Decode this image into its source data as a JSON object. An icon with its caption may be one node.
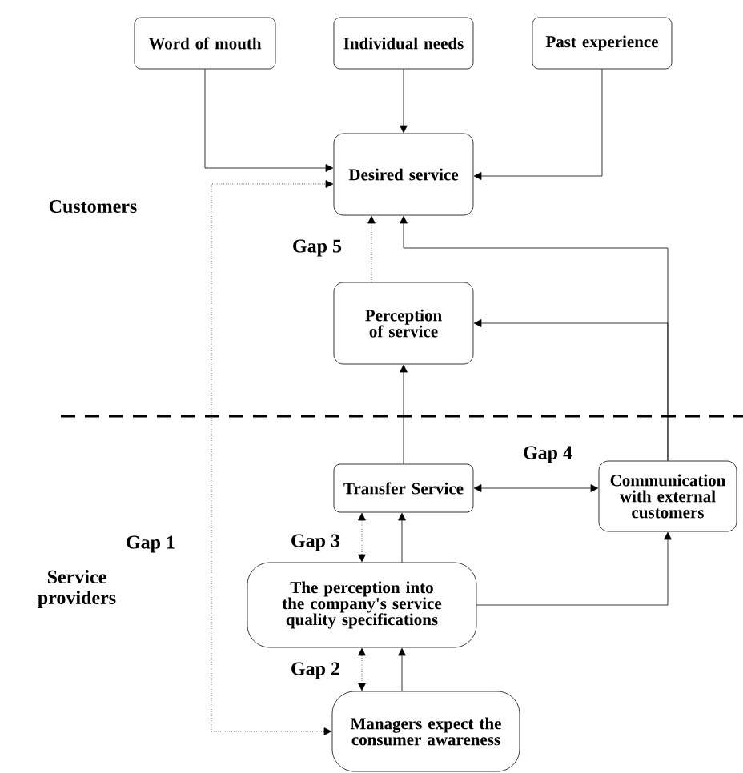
{
  "diagram": {
    "nodes": [
      {
        "text": [
          "Word of mouth"
        ]
      },
      {
        "text": [
          "Individual needs"
        ]
      },
      {
        "text": [
          "Past experience"
        ]
      },
      {
        "text": [
          "Desired service"
        ]
      },
      {
        "text": [
          "Perception of service"
        ]
      },
      {
        "text": [
          "Transfer Service"
        ]
      },
      {
        "text": [
          "Communication with external customers"
        ]
      },
      {
        "text": [
          "The perception into the company's service quality specifications"
        ]
      },
      {
        "text": [
          "Managers expect the consumer awareness"
        ]
      }
    ],
    "edges": [
      {
        "from": 0,
        "to": 3,
        "arrow": "to"
      },
      {
        "from": 1,
        "to": 3,
        "arrow": "to"
      },
      {
        "from": 2,
        "to": 3,
        "arrow": "to"
      },
      {
        "from": 4,
        "to": 3,
        "arrow": "to",
        "style": "dashed",
        "label": "Gap 5"
      },
      {
        "from": 6,
        "to": 3,
        "arrow": "to"
      },
      {
        "from": 6,
        "to": 4,
        "arrow": "to"
      },
      {
        "from": 5,
        "to": 4,
        "arrow": "to"
      },
      {
        "from": 5,
        "to": 6,
        "arrow": "both",
        "label": "Gap 4"
      },
      {
        "from": 8,
        "to": 3,
        "arrow": "both",
        "style": "dashed",
        "label": "Gap 1"
      },
      {
        "from": 7,
        "to": 5,
        "arrow": "both",
        "style": "dashed",
        "label": "Gap 3"
      },
      {
        "from": 7,
        "to": 5,
        "arrow": "to"
      },
      {
        "from": 7,
        "to": 6,
        "arrow": "to"
      },
      {
        "from": 8,
        "to": 7,
        "arrow": "both",
        "style": "dashed",
        "label": "Gap 2"
      },
      {
        "from": 8,
        "to": 7,
        "arrow": "to"
      }
    ],
    "labels": [
      "Customers",
      "Service providers"
    ]
  }
}
